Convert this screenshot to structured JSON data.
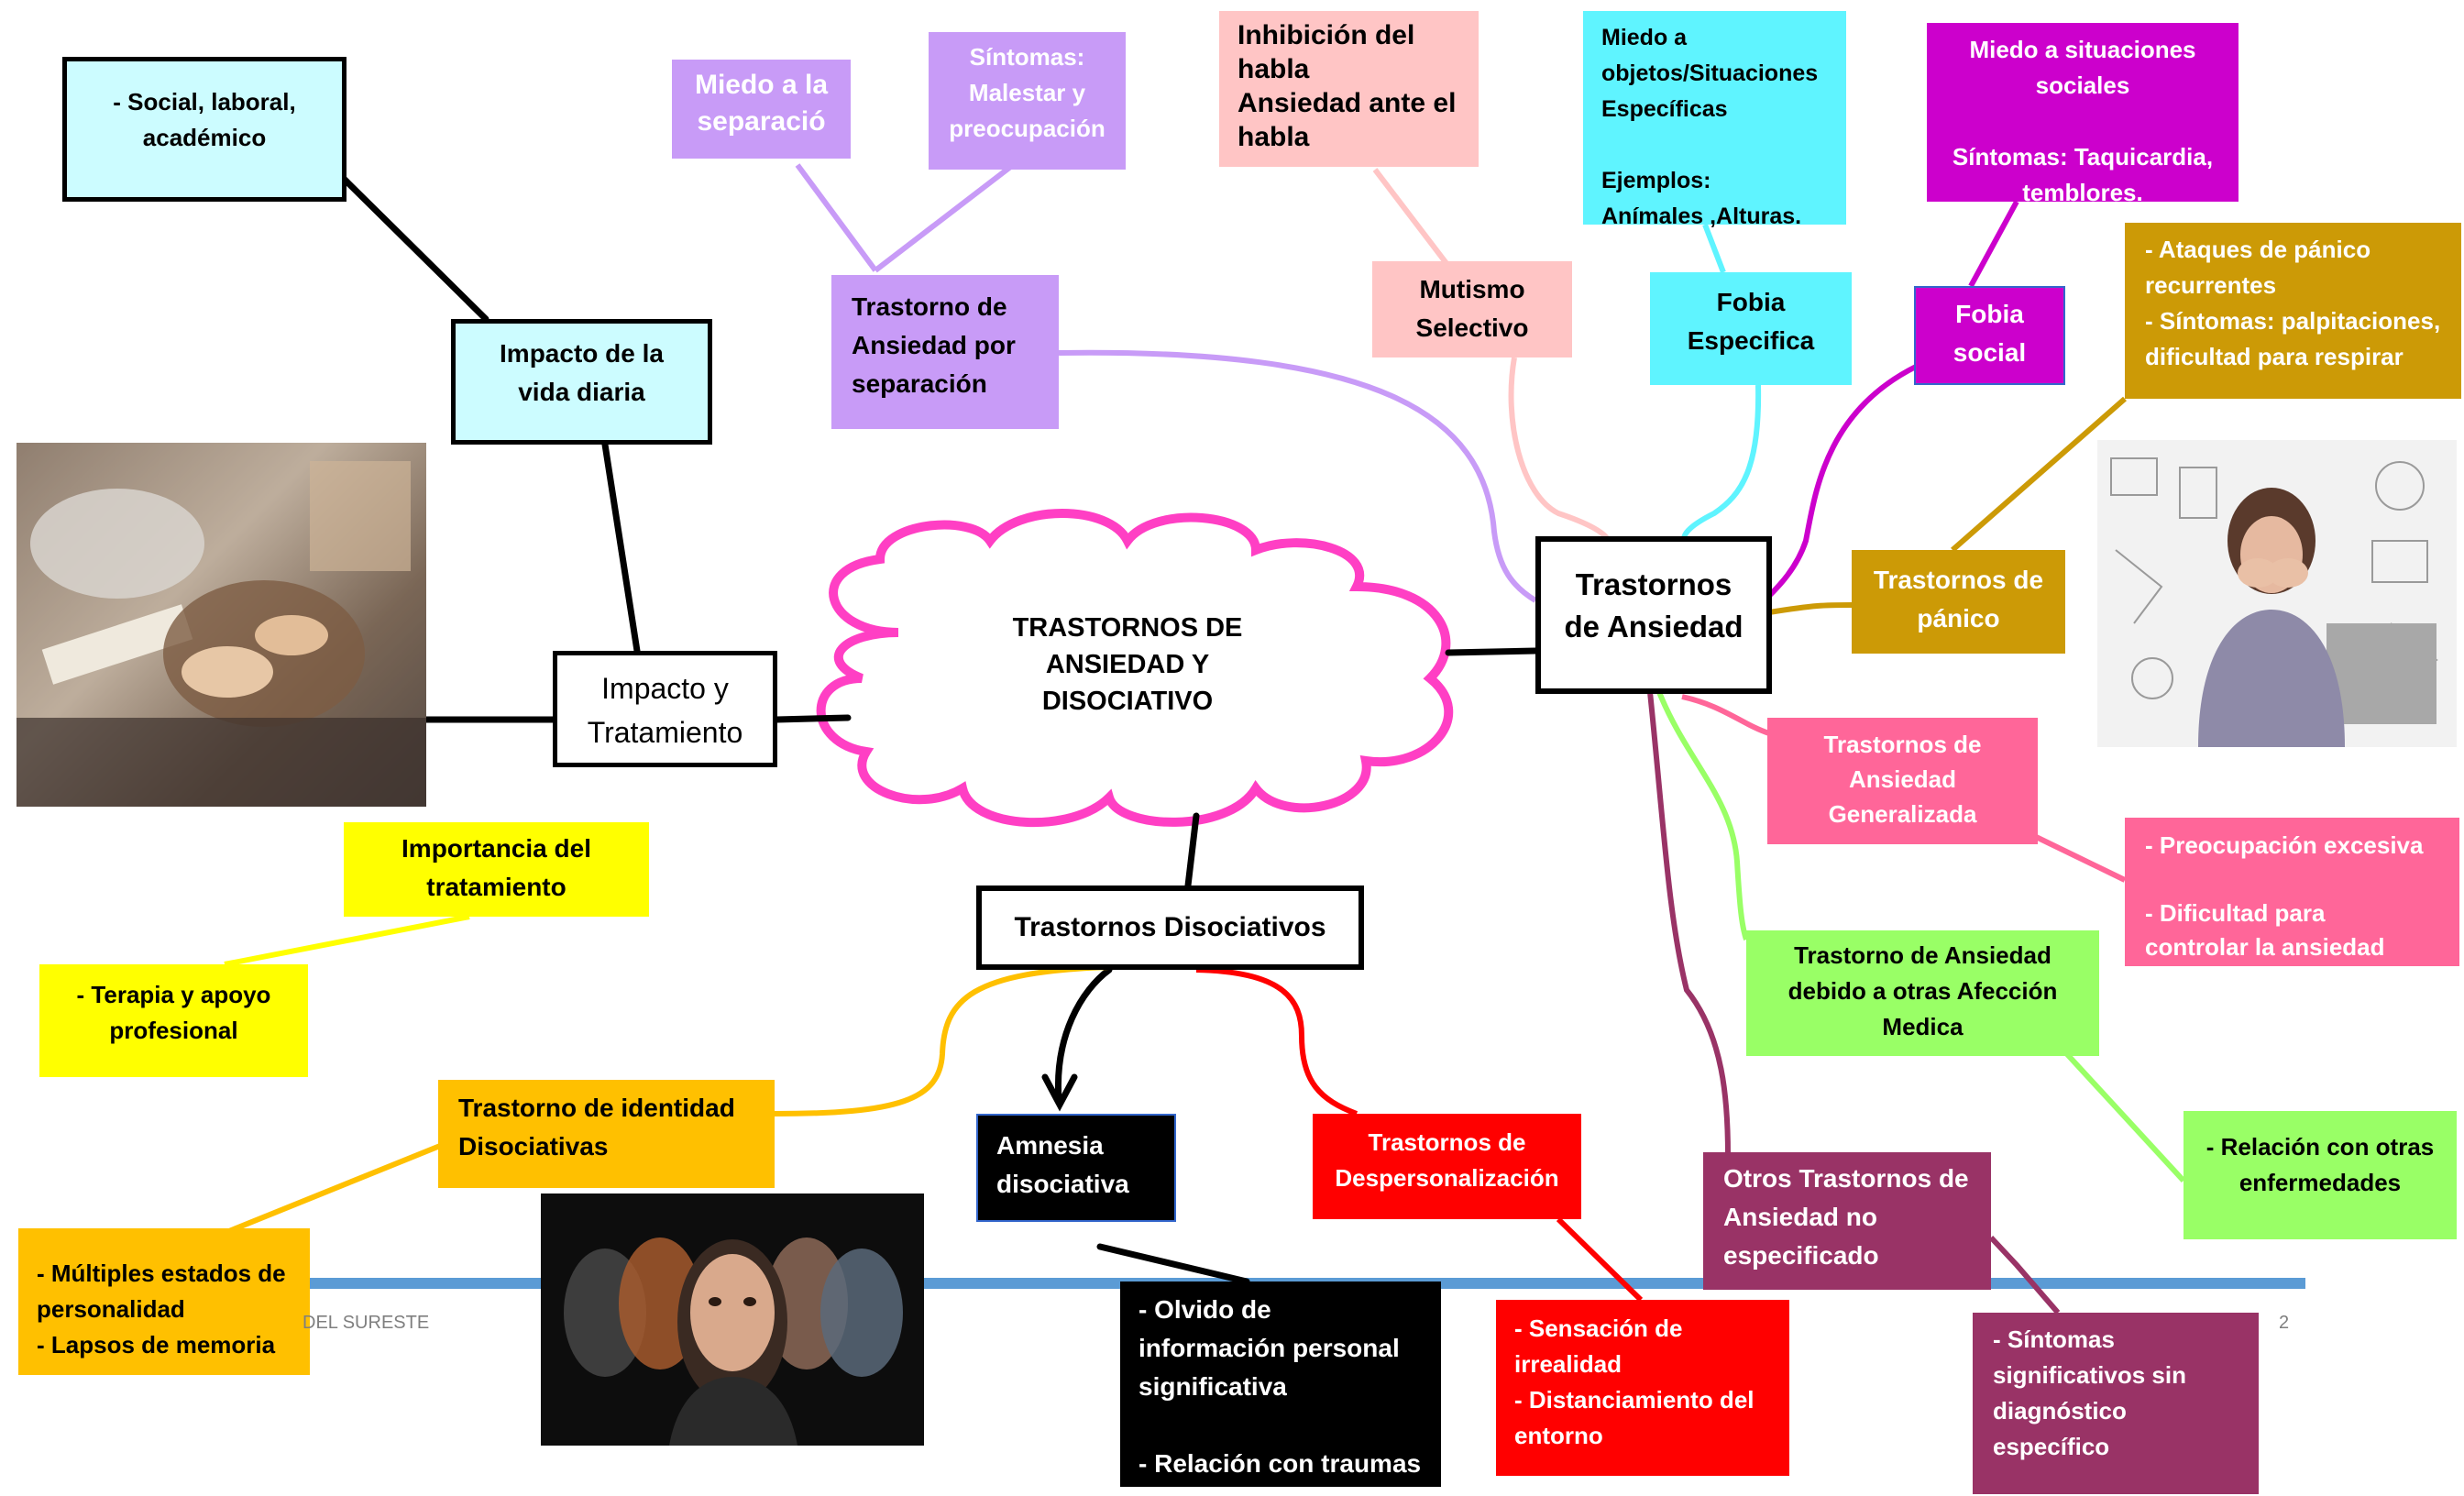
{
  "colors": {
    "central_pink": "#ff3fc4",
    "lavender": "#c89bf7",
    "salmon": "#ffc5c5",
    "cyan": "#5ff4ff",
    "magenta": "#cc00cc",
    "gold": "#cc9a06",
    "pink": "#ff6699",
    "green": "#99ff66",
    "plum": "#993366",
    "red": "#ff0000",
    "black": "#000000",
    "yellow": "#ffff00",
    "amber": "#ffc000",
    "light_cyan": "#ccfcff",
    "footer_blue": "#5b9bd5"
  },
  "central": {
    "text": "TRASTORNOS DE\nANSIEDAD Y\nDISOCIATIVO"
  },
  "anxiety": {
    "main": "Trastornos\nde Ansiedad",
    "separation": "Trastorno de\nAnsiedad por\nseparación",
    "separation_fear": "Miedo a la\nseparació",
    "separation_symptoms": "Síntomas:\nMalestar y\npreocupación",
    "mutism": "Mutismo\nSelectivo",
    "mutism_detail": "Inhibición del\nhabla\nAnsiedad ante el\nhabla",
    "specific_phobia": "Fobia\nEspecifica",
    "specific_phobia_detail": "Miedo a\nobjetos/Situaciones\nEspecíficas\n\nEjemplos:\nAnímales ,Alturas.",
    "social_phobia": "Fobia\nsocial",
    "social_phobia_detail": "Miedo a situaciones\nsociales\n\nSíntomas: Taquicardia,\ntemblores.",
    "panic": "Trastornos de\npánico",
    "panic_detail": "- Ataques de pánico\nrecurrentes\n- Síntomas: palpitaciones,\ndificultad para respirar",
    "generalized": "Trastornos de\nAnsiedad\nGeneralizada",
    "generalized_detail": "- Preocupación excesiva\n\n- Dificultad para\ncontrolar la ansiedad",
    "medical": "Trastorno de Ansiedad\ndebido a otras Afección\nMedica",
    "medical_detail": "- Relación con otras\nenfermedades",
    "other": "Otros Trastornos de\nAnsiedad no\nespecificado",
    "other_detail": "- Síntomas\nsignificativos sin\ndiagnóstico\nespecífico"
  },
  "dissociative": {
    "main": "Trastornos Disociativos",
    "amnesia": "Amnesia\ndisociativa",
    "amnesia_detail": "- Olvido de\ninformación personal\nsignificativa\n\n- Relación con traumas",
    "depersonalization": "Trastornos de\nDespersonalización",
    "depersonalization_detail": "- Sensación de\nirrealidad\n- Distanciamiento del\nentorno",
    "identity": "Trastorno de identidad\nDisociativas",
    "identity_detail": "- Múltiples estados de\npersonalidad\n- Lapsos de memoria"
  },
  "impact": {
    "main": "Impacto y\nTratamiento",
    "daily_life": "Impacto de la\nvida diaria",
    "daily_life_detail": "- Social, laboral,\nacadémico",
    "treatment_importance": "Importancia del\ntratamiento",
    "treatment_detail": "- Terapia y apoyo\nprofesional"
  },
  "footer": {
    "left_text": "DEL SURESTE",
    "page_number": "2"
  }
}
